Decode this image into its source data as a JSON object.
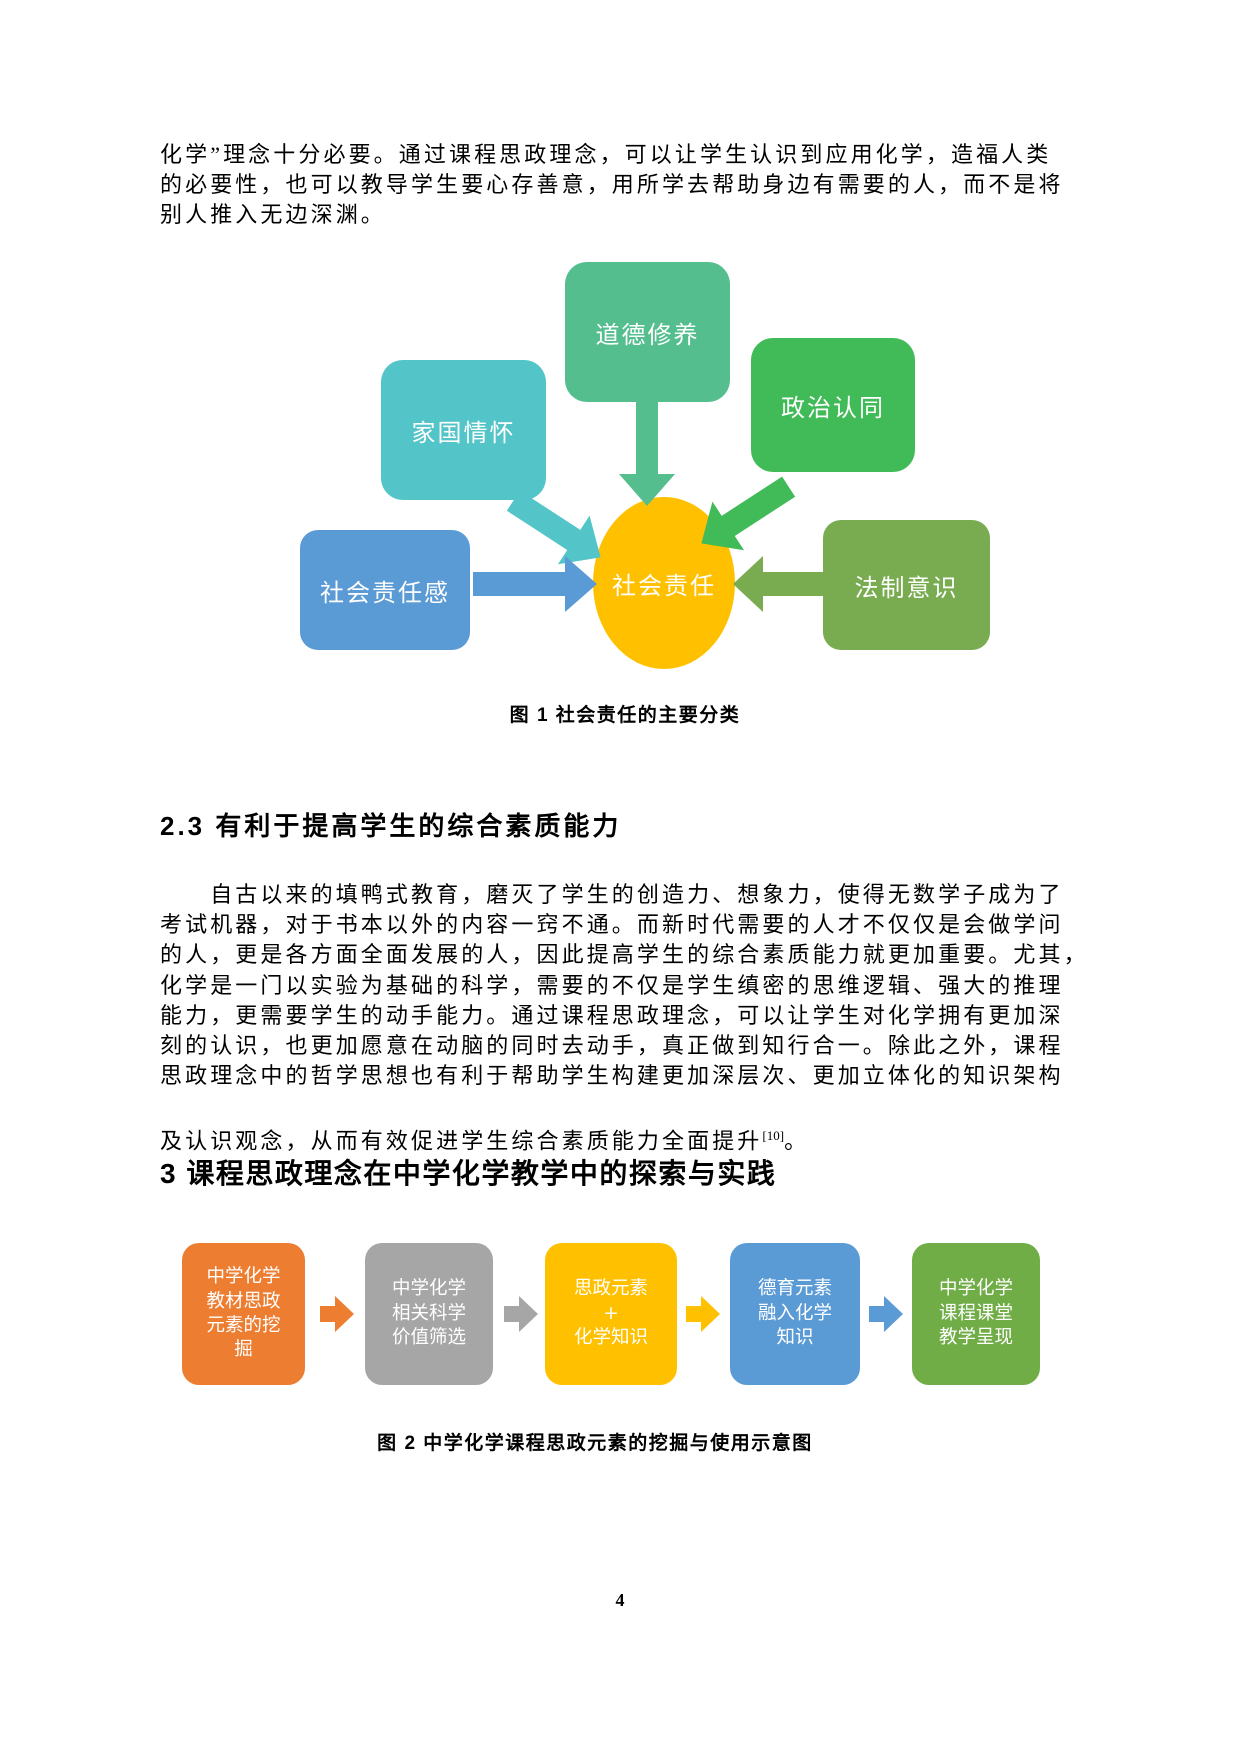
{
  "page_number": "4",
  "colors": {
    "teal": "#53C4C7",
    "sea_green": "#55BE8E",
    "bright_green": "#41BA58",
    "blue": "#5B9BD5",
    "olive": "#79AC51",
    "gold": "#FFC000",
    "orange": "#ED7D31",
    "gray": "#A6A6A6",
    "green": "#70AD47"
  },
  "intro_paragraph": {
    "lines": [
      "化学”理念十分必要。通过课程思政理念，可以让学生认识到应用化学，造福人类",
      "的必要性，也可以教导学生要心存善意，用所学去帮助身边有需要的人，而不是将",
      "别人推入无边深渊。"
    ]
  },
  "figure1": {
    "caption": "图 1 社会责任的主要分类",
    "center_label": "社会责任",
    "nodes": {
      "family": "家国情怀",
      "moral": "道德修养",
      "political": "政治认同",
      "social_sense": "社会责任感",
      "legal": "法制意识"
    }
  },
  "section_2_3": {
    "heading": "2.3 有利于提高学生的综合素质能力"
  },
  "body_paragraph": {
    "lines": [
      "　　自古以来的填鸭式教育，磨灭了学生的创造力、想象力，使得无数学子成为了",
      "考试机器，对于书本以外的内容一窍不通。而新时代需要的人才不仅仅是会做学问",
      "的人，更是各方面全面发展的人，因此提高学生的综合素质能力就更加重要。尤其，",
      "化学是一门以实验为基础的科学，需要的不仅是学生缜密的思维逻辑、强大的推理",
      "能力，更需要学生的动手能力。通过课程思政理念，可以让学生对化学拥有更加深",
      "刻的认识，也更加愿意在动脑的同时去动手，真正做到知行合一。除此之外，课程",
      "思政理念中的哲学思想也有利于帮助学生构建更加深层次、更加立体化的知识架构"
    ],
    "last_line": {
      "text": "及认识观念，从而有效促进学生综合素质能力全面提升",
      "superscript": "[10]",
      "tail": "。"
    }
  },
  "section_3": {
    "heading": "3  课程思政理念在中学化学教学中的探索与实践"
  },
  "figure2": {
    "caption": "图 2 中学化学课程思政元素的挖掘与使用示意图",
    "steps": [
      {
        "label": [
          "中学化学",
          "教材思政",
          "元素的挖",
          "掘"
        ]
      },
      {
        "label": [
          "中学化学",
          "相关科学",
          "价值筛选"
        ]
      },
      {
        "label": [
          "思政元素",
          "+",
          "化学知识"
        ]
      },
      {
        "label": [
          "德育元素",
          "融入化学",
          "知识"
        ]
      },
      {
        "label": [
          "中学化学",
          "课程课堂",
          "教学呈现"
        ]
      }
    ]
  }
}
